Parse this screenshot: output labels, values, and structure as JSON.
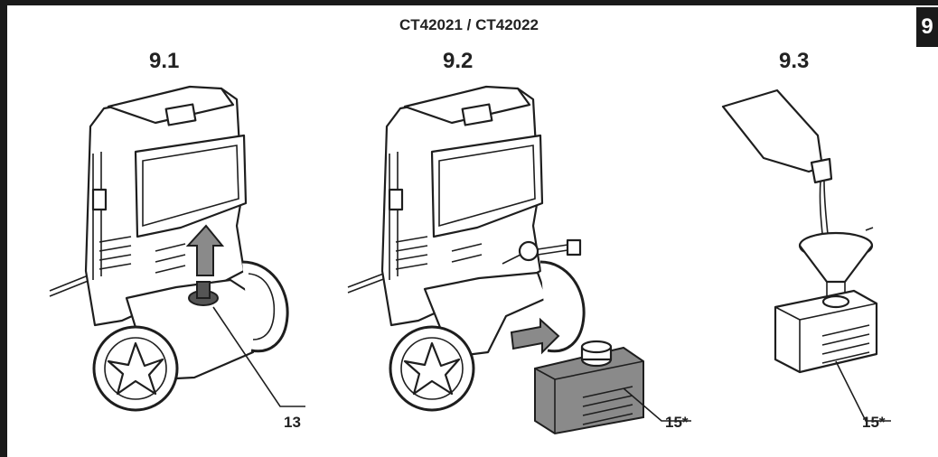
{
  "page_tab": "9",
  "model_heading": "CT42021 / CT42022",
  "steps": [
    {
      "label": "9.1",
      "callout": "13"
    },
    {
      "label": "9.2",
      "callout": "15*"
    },
    {
      "label": "9.3",
      "callout": "15*"
    }
  ]
}
